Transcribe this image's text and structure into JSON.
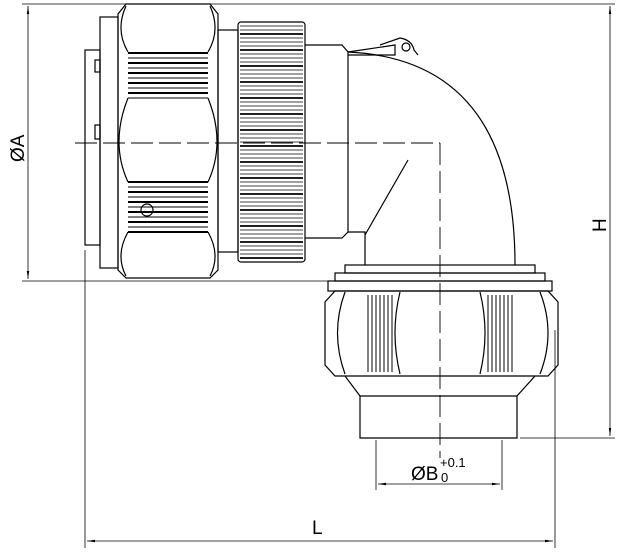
{
  "dimensions": {
    "diameter_a": "ØA",
    "height": "H",
    "diameter_b": "ØB",
    "diameter_b_lower_tol": "0",
    "diameter_b_upper_tol": "+0.1",
    "length": "L"
  },
  "colors": {
    "line": "#000000",
    "background": "#ffffff"
  }
}
